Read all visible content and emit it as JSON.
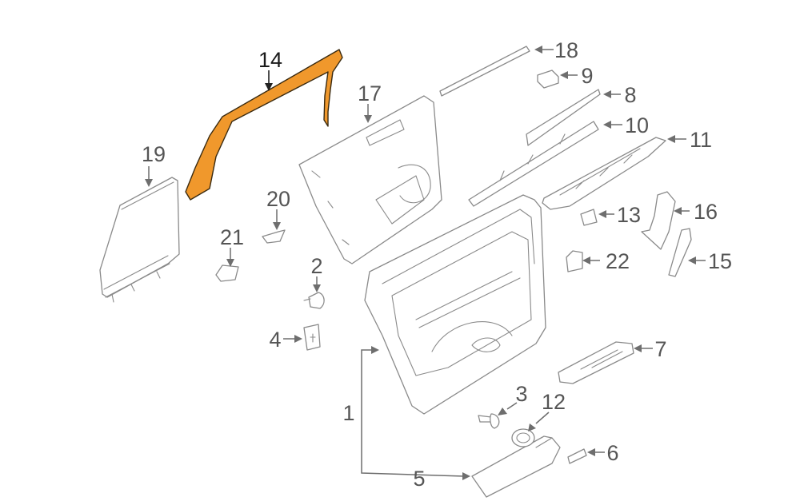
{
  "highlight_color": "#f0982c",
  "callouts": {
    "c1": "1",
    "c2": "2",
    "c3": "3",
    "c4": "4",
    "c5": "5",
    "c6": "6",
    "c7": "7",
    "c8": "8",
    "c9": "9",
    "c10": "10",
    "c11": "11",
    "c12": "12",
    "c13": "13",
    "c14": "14",
    "c15": "15",
    "c16": "16",
    "c17": "17",
    "c18": "18",
    "c19": "19",
    "c20": "20",
    "c21": "21",
    "c22": "22"
  },
  "highlighted_part": "14"
}
